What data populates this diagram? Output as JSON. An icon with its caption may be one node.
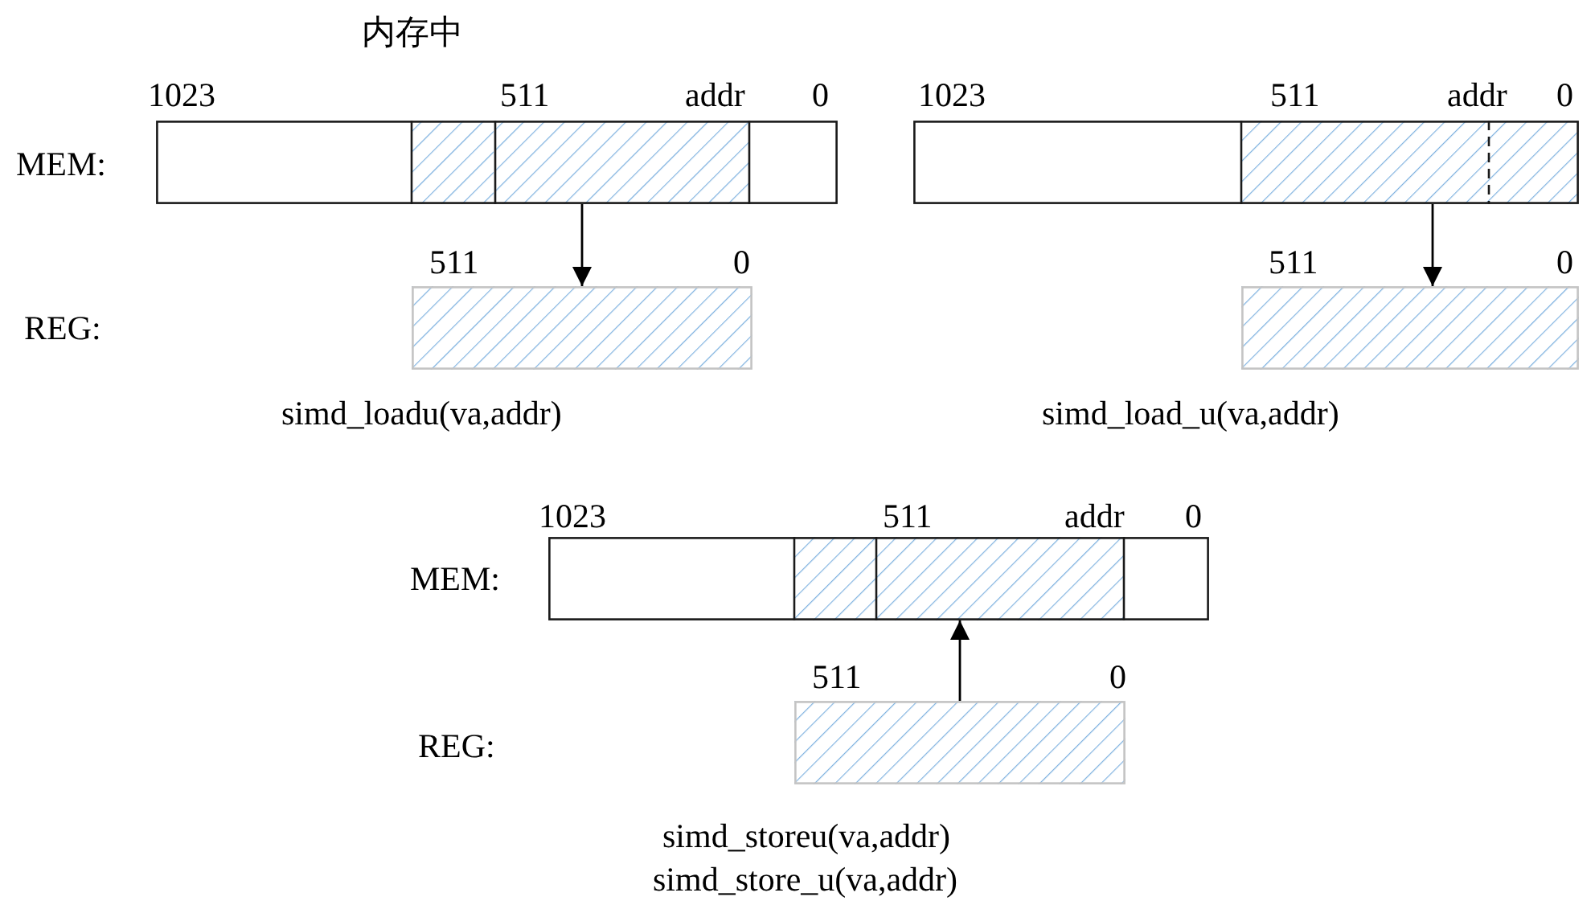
{
  "diagram": {
    "nodes": [
      {
        "text": [],
        "shape": "bar"
      },
      {
        "text": [],
        "shape": "bar"
      },
      {
        "text": [],
        "shape": "bar"
      },
      {
        "text": [],
        "shape": "bar"
      },
      {
        "text": [],
        "shape": "bar"
      },
      {
        "text": [],
        "shape": "bar"
      }
    ],
    "edges": [
      {
        "from": 0,
        "to": 2,
        "arrow": "to"
      },
      {
        "from": 1,
        "to": 3,
        "arrow": "to"
      },
      {
        "from": 5,
        "to": 4,
        "arrow": "to"
      }
    ],
    "labels": [
      "内存中",
      "1023",
      "511",
      "addr",
      "0",
      "1023",
      "511",
      "addr",
      "0",
      "MEM:",
      "511",
      "0",
      "511",
      "0",
      "REG:",
      "simd_loadu(va,addr)",
      "simd_load_u(va,addr)",
      "1023",
      "511",
      "addr",
      "0",
      "MEM:",
      "511",
      "0",
      "REG:",
      "simd_storeu(va,addr)",
      "simd_store_u(va,addr)"
    ]
  }
}
